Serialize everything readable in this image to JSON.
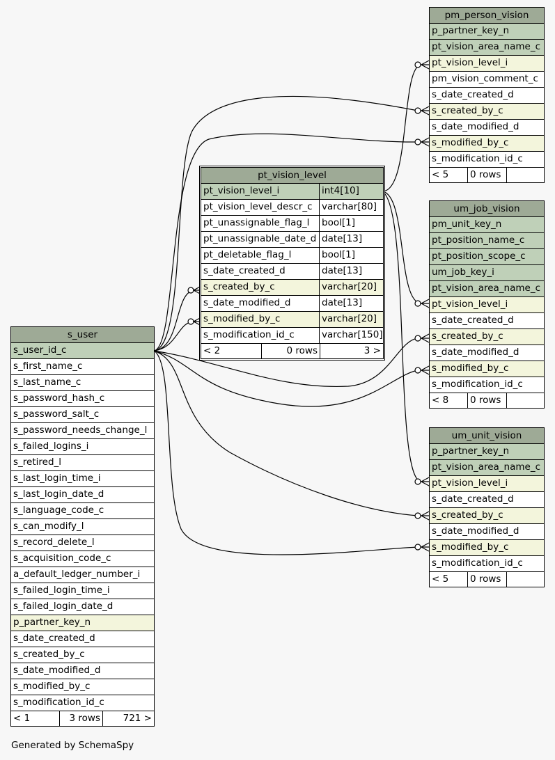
{
  "footer_text": "Generated by SchemaSpy",
  "colors": {
    "header": "#9eaa96",
    "primary_key": "#bfd0b8",
    "foreign_key": "#f3f5dc",
    "plain": "#ffffff",
    "background": "#f7f7f7"
  },
  "tables": {
    "pm_person_vision": {
      "name": "pm_person_vision",
      "columns": [
        {
          "name": "p_partner_key_n",
          "kind": "pk"
        },
        {
          "name": "pt_vision_area_name_c",
          "kind": "pk"
        },
        {
          "name": "pt_vision_level_i",
          "kind": "fk"
        },
        {
          "name": "pm_vision_comment_c",
          "kind": "plain"
        },
        {
          "name": "s_date_created_d",
          "kind": "plain"
        },
        {
          "name": "s_created_by_c",
          "kind": "fk"
        },
        {
          "name": "s_date_modified_d",
          "kind": "plain"
        },
        {
          "name": "s_modified_by_c",
          "kind": "fk"
        },
        {
          "name": "s_modification_id_c",
          "kind": "plain"
        }
      ],
      "footer": [
        "< 5",
        "0 rows",
        ""
      ]
    },
    "pt_vision_level": {
      "name": "pt_vision_level",
      "columns": [
        {
          "name": "pt_vision_level_i",
          "type": "int4[10]",
          "kind": "pk"
        },
        {
          "name": "pt_vision_level_descr_c",
          "type": "varchar[80]",
          "kind": "plain"
        },
        {
          "name": "pt_unassignable_flag_l",
          "type": "bool[1]",
          "kind": "plain"
        },
        {
          "name": "pt_unassignable_date_d",
          "type": "date[13]",
          "kind": "plain"
        },
        {
          "name": "pt_deletable_flag_l",
          "type": "bool[1]",
          "kind": "plain"
        },
        {
          "name": "s_date_created_d",
          "type": "date[13]",
          "kind": "plain"
        },
        {
          "name": "s_created_by_c",
          "type": "varchar[20]",
          "kind": "fk"
        },
        {
          "name": "s_date_modified_d",
          "type": "date[13]",
          "kind": "plain"
        },
        {
          "name": "s_modified_by_c",
          "type": "varchar[20]",
          "kind": "fk"
        },
        {
          "name": "s_modification_id_c",
          "type": "varchar[150]",
          "kind": "plain"
        }
      ],
      "footer": [
        "< 2",
        "0 rows",
        "3 >"
      ]
    },
    "um_job_vision": {
      "name": "um_job_vision",
      "columns": [
        {
          "name": "pm_unit_key_n",
          "kind": "pk"
        },
        {
          "name": "pt_position_name_c",
          "kind": "pk"
        },
        {
          "name": "pt_position_scope_c",
          "kind": "pk"
        },
        {
          "name": "um_job_key_i",
          "kind": "pk"
        },
        {
          "name": "pt_vision_area_name_c",
          "kind": "pk"
        },
        {
          "name": "pt_vision_level_i",
          "kind": "fk"
        },
        {
          "name": "s_date_created_d",
          "kind": "plain"
        },
        {
          "name": "s_created_by_c",
          "kind": "fk"
        },
        {
          "name": "s_date_modified_d",
          "kind": "plain"
        },
        {
          "name": "s_modified_by_c",
          "kind": "fk"
        },
        {
          "name": "s_modification_id_c",
          "kind": "plain"
        }
      ],
      "footer": [
        "< 8",
        "0 rows",
        ""
      ]
    },
    "s_user": {
      "name": "s_user",
      "columns": [
        {
          "name": "s_user_id_c",
          "kind": "pk"
        },
        {
          "name": "s_first_name_c",
          "kind": "plain"
        },
        {
          "name": "s_last_name_c",
          "kind": "plain"
        },
        {
          "name": "s_password_hash_c",
          "kind": "plain"
        },
        {
          "name": "s_password_salt_c",
          "kind": "plain"
        },
        {
          "name": "s_password_needs_change_l",
          "kind": "plain"
        },
        {
          "name": "s_failed_logins_i",
          "kind": "plain"
        },
        {
          "name": "s_retired_l",
          "kind": "plain"
        },
        {
          "name": "s_last_login_time_i",
          "kind": "plain"
        },
        {
          "name": "s_last_login_date_d",
          "kind": "plain"
        },
        {
          "name": "s_language_code_c",
          "kind": "plain"
        },
        {
          "name": "s_can_modify_l",
          "kind": "plain"
        },
        {
          "name": "s_record_delete_l",
          "kind": "plain"
        },
        {
          "name": "s_acquisition_code_c",
          "kind": "plain"
        },
        {
          "name": "a_default_ledger_number_i",
          "kind": "plain"
        },
        {
          "name": "s_failed_login_time_i",
          "kind": "plain"
        },
        {
          "name": "s_failed_login_date_d",
          "kind": "plain"
        },
        {
          "name": "p_partner_key_n",
          "kind": "fk"
        },
        {
          "name": "s_date_created_d",
          "kind": "plain"
        },
        {
          "name": "s_created_by_c",
          "kind": "plain"
        },
        {
          "name": "s_date_modified_d",
          "kind": "plain"
        },
        {
          "name": "s_modified_by_c",
          "kind": "plain"
        },
        {
          "name": "s_modification_id_c",
          "kind": "plain"
        }
      ],
      "footer": [
        "< 1",
        "3 rows",
        "721 >"
      ]
    },
    "um_unit_vision": {
      "name": "um_unit_vision",
      "columns": [
        {
          "name": "p_partner_key_n",
          "kind": "pk"
        },
        {
          "name": "pt_vision_area_name_c",
          "kind": "pk"
        },
        {
          "name": "pt_vision_level_i",
          "kind": "fk"
        },
        {
          "name": "s_date_created_d",
          "kind": "plain"
        },
        {
          "name": "s_created_by_c",
          "kind": "fk"
        },
        {
          "name": "s_date_modified_d",
          "kind": "plain"
        },
        {
          "name": "s_modified_by_c",
          "kind": "fk"
        },
        {
          "name": "s_modification_id_c",
          "kind": "plain"
        }
      ],
      "footer": [
        "< 5",
        "0 rows",
        ""
      ]
    }
  }
}
